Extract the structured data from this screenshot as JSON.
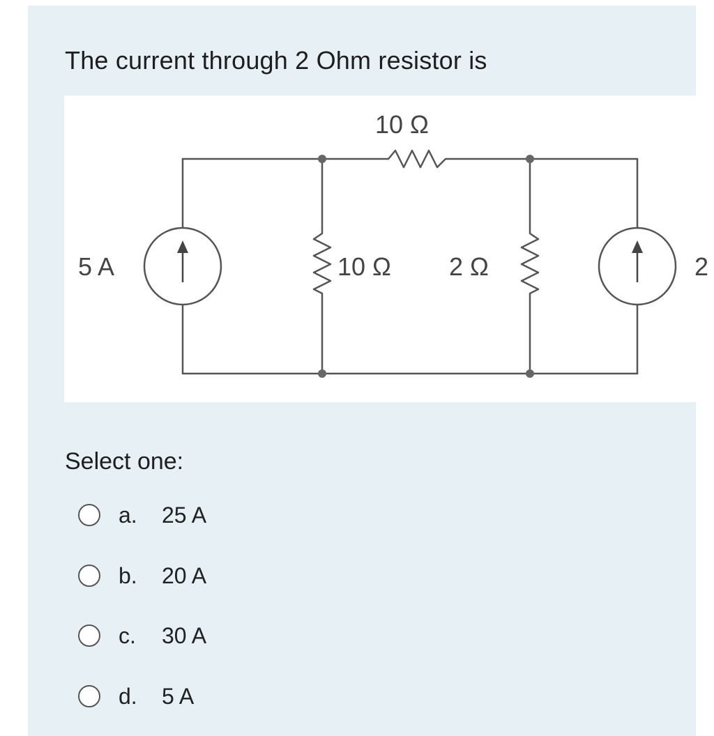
{
  "question": {
    "text": "The current through 2 Ohm resistor is"
  },
  "circuit": {
    "labels": {
      "top_resistor": "10 Ω",
      "left_source": "5 A",
      "mid_resistor_left": "10 Ω",
      "mid_resistor_right": "2 Ω",
      "right_source_cut": "2"
    }
  },
  "prompt": {
    "select_label": "Select one:"
  },
  "options": [
    {
      "letter": "a.",
      "text": "25 A"
    },
    {
      "letter": "b.",
      "text": "20 A"
    },
    {
      "letter": "c.",
      "text": "30 A"
    },
    {
      "letter": "d.",
      "text": "5 A"
    }
  ]
}
